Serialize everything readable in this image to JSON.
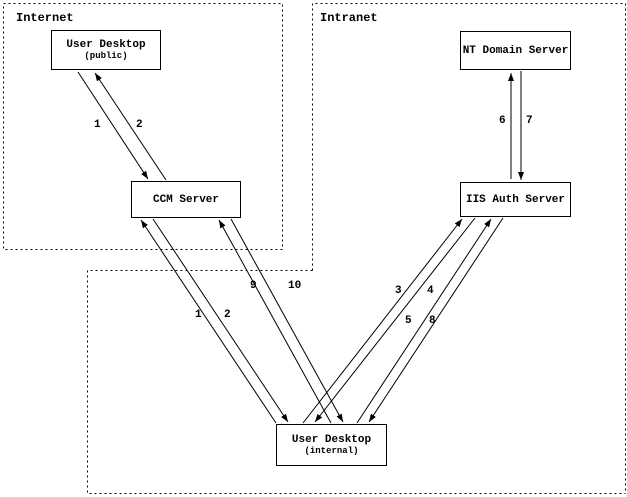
{
  "zones": {
    "internet": {
      "label": "Internet"
    },
    "intranet": {
      "label": "Intranet"
    }
  },
  "nodes": [
    {
      "id": "user-desktop-public",
      "label": "User Desktop",
      "sublabel": "(public)"
    },
    {
      "id": "nt-domain-server",
      "label": "NT Domain Server"
    },
    {
      "id": "ccm-server",
      "label": "CCM Server"
    },
    {
      "id": "iis-auth-server",
      "label": "IIS Auth Server"
    },
    {
      "id": "user-desktop-internal",
      "label": "User Desktop",
      "sublabel": "(internal)"
    }
  ],
  "flows": [
    {
      "step": "1",
      "from": "user-desktop-public",
      "to": "ccm-server"
    },
    {
      "step": "2",
      "from": "ccm-server",
      "to": "user-desktop-public"
    },
    {
      "step": "6",
      "from": "iis-auth-server",
      "to": "nt-domain-server"
    },
    {
      "step": "7",
      "from": "nt-domain-server",
      "to": "iis-auth-server"
    },
    {
      "step": "1",
      "from": "user-desktop-internal",
      "to": "ccm-server"
    },
    {
      "step": "2",
      "from": "ccm-server",
      "to": "user-desktop-internal"
    },
    {
      "step": "9",
      "from": "user-desktop-internal",
      "to": "ccm-server"
    },
    {
      "step": "10",
      "from": "ccm-server",
      "to": "user-desktop-internal"
    },
    {
      "step": "3",
      "from": "user-desktop-internal",
      "to": "iis-auth-server"
    },
    {
      "step": "4",
      "from": "iis-auth-server",
      "to": "user-desktop-internal"
    },
    {
      "step": "5",
      "from": "user-desktop-internal",
      "to": "iis-auth-server"
    },
    {
      "step": "8",
      "from": "iis-auth-server",
      "to": "user-desktop-internal"
    }
  ],
  "colors": {
    "line": "#000000",
    "background": "#ffffff",
    "text": "#000000"
  }
}
